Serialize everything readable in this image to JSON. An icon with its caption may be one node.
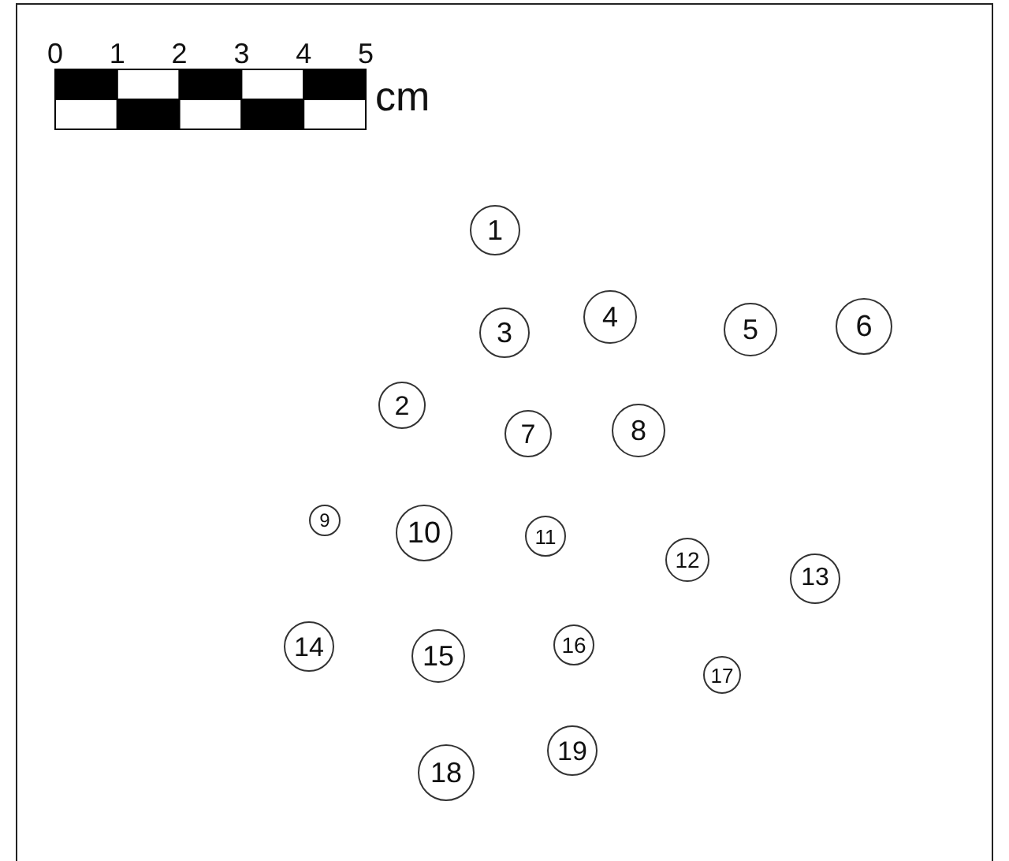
{
  "diagram": {
    "nodes": [
      {
        "text": [
          "1"
        ]
      },
      {
        "text": [
          "2"
        ]
      },
      {
        "text": [
          "3"
        ]
      },
      {
        "text": [
          "4"
        ]
      },
      {
        "text": [
          "5"
        ]
      },
      {
        "text": [
          "6"
        ]
      },
      {
        "text": [
          "7"
        ]
      },
      {
        "text": [
          "8"
        ]
      },
      {
        "text": [
          "9"
        ]
      },
      {
        "text": [
          "10"
        ]
      },
      {
        "text": [
          "11"
        ]
      },
      {
        "text": [
          "12"
        ]
      },
      {
        "text": [
          "13"
        ]
      },
      {
        "text": [
          "14"
        ]
      },
      {
        "text": [
          "15"
        ]
      },
      {
        "text": [
          "16"
        ]
      },
      {
        "text": [
          "17"
        ]
      },
      {
        "text": [
          "18"
        ]
      },
      {
        "text": [
          "19"
        ]
      }
    ],
    "labels": [
      "0",
      "1",
      "2",
      "3",
      "4",
      "5",
      "cm"
    ]
  }
}
